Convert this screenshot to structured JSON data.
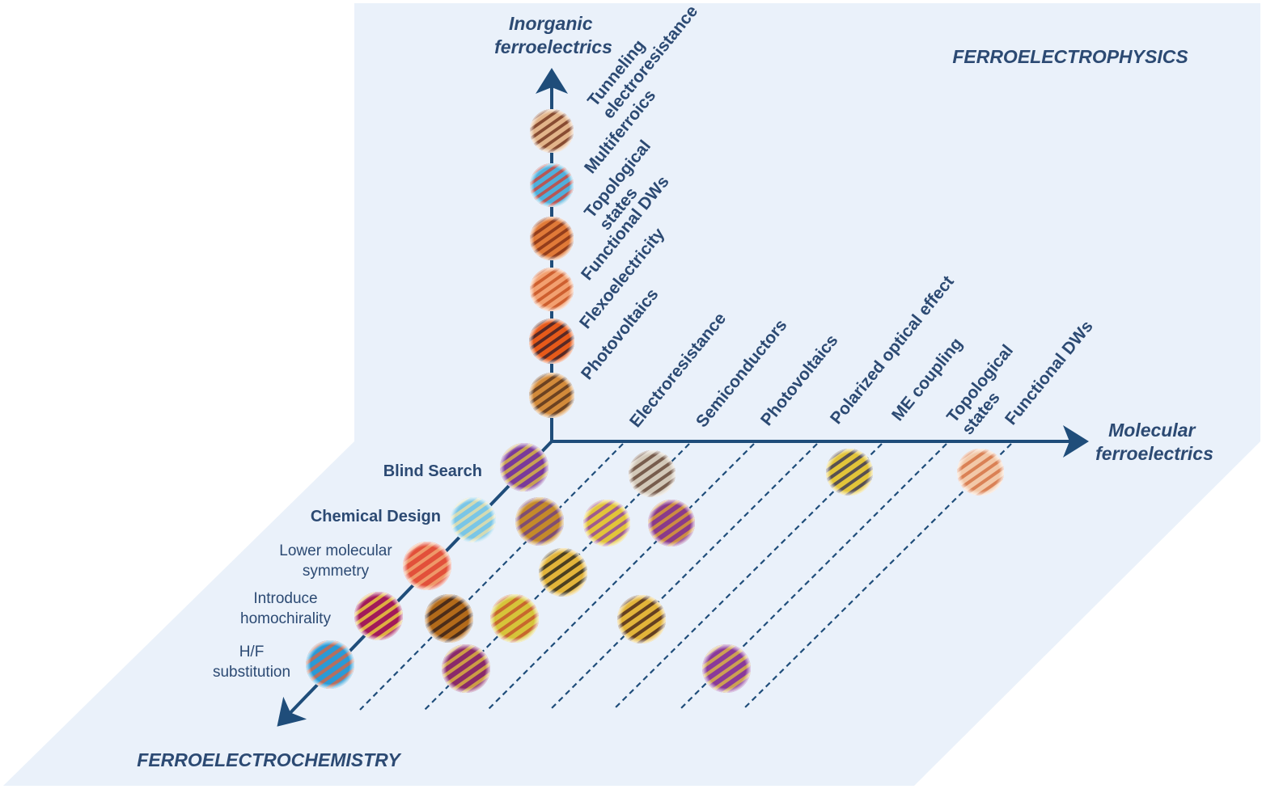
{
  "titles": {
    "inorganic": [
      "Inorganic",
      "ferroelectrics"
    ],
    "molecular": [
      "Molecular",
      "ferroelectrics"
    ],
    "physics": "FERROELECTROPHYSICS",
    "chemistry": "FERROELECTROCHEMISTRY"
  },
  "vertical_axis_labels": [
    [
      "Tunneling",
      "electroresistance"
    ],
    [
      "Multiferroics"
    ],
    [
      "Topological",
      "states"
    ],
    [
      "Functional DWs"
    ],
    [
      "Flexoelectricity"
    ],
    [
      "Photovoltaics"
    ]
  ],
  "horizontal_axis_labels": [
    [
      "Electroresistance"
    ],
    [
      "Semiconductors"
    ],
    [
      "Photovoltaics"
    ],
    [
      "Polarized optical effect"
    ],
    [
      "ME coupling"
    ],
    [
      "Topological",
      "states"
    ],
    [
      "Functional DWs"
    ]
  ],
  "design_labels": [
    {
      "lines": [
        "Blind Search"
      ],
      "bold": true
    },
    {
      "lines": [
        "Chemical Design"
      ],
      "bold": true
    },
    {
      "lines": [
        "Lower molecular",
        "symmetry"
      ],
      "bold": false
    },
    {
      "lines": [
        "Introduce",
        "homochirality"
      ],
      "bold": false
    },
    {
      "lines": [
        "H/F",
        "substitution"
      ],
      "bold": false
    }
  ],
  "colors": {
    "panel": "#eaf1fa",
    "axis": "#1f4d7a",
    "text": "#2c4a73",
    "dashed": "#1f4d7a"
  }
}
